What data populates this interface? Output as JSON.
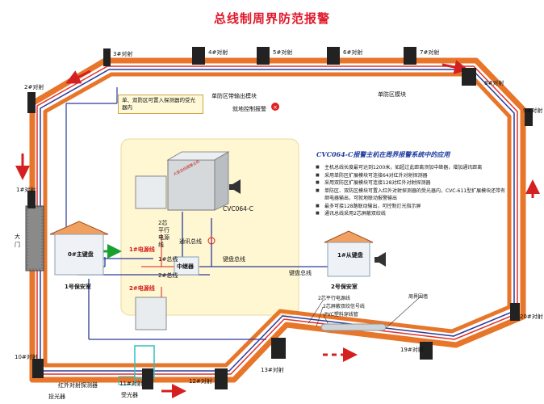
{
  "title": "总线制周界防范报警",
  "detectors": {
    "d1": "1#对射",
    "d2": "2#对射",
    "d3": "3#对射",
    "d4": "4#对射",
    "d5": "5#对射",
    "d6": "6#对射",
    "d7": "7#对射",
    "d8": "8#对射",
    "d9": "9#对射",
    "d10": "10#对射",
    "d11": "11#对射",
    "d12": "12#对射",
    "d13": "13#对射",
    "d19": "19#对射",
    "d20": "20#对射"
  },
  "labels": {
    "single_zone_module_top": "单防区带输出模块",
    "local_alarm": "就地控制报警",
    "single_zone_module_right": "单防区模块",
    "note": "单、双防区可置入探测器的受光器内",
    "gate": "大门",
    "host_keypad": "0#主键盘",
    "guard_room_1": "1号保安室",
    "slave_keypad": "1#从键盘",
    "guard_room_2": "2号保安室",
    "host": "CVC064-C",
    "power1": "1#电源线",
    "power2": "2#电源线",
    "parallel": "2芯平行电源线",
    "comm_bus": "通讯总线",
    "bus_1": "1#总线",
    "bus_2": "2#总线",
    "repeater": "中继器",
    "keypad_bus": "键盘总线",
    "keypad_bus_2": "键盘总线",
    "cable_parallel": "2芯平行电源线",
    "cable_twisted": "2芯屏蔽双绞信号线",
    "cable_pvc": "PVC塑料穿线管",
    "fence": "周界围墙",
    "ir_detector": "红外对射探测器",
    "emitter": "投光器",
    "receiver": "受光器",
    "host_panel_title": "大型总线报警主机"
  },
  "info": {
    "title": "CVC064-C报警主机在周界报警系统中的应用",
    "items": [
      "主机总线长度最可达到1200米，如超过此距离须加中继器，增加通讯距离",
      "采用单防区扩展模块可连接64对红外对射探测器",
      "采用双防区扩展模块可连接128对红外对射探测器",
      "单防区、双防区模块可置入红外对射探测器的受光器内，CVC-611型扩展模块还带有继电器输出，可就地联动报警输出",
      "最多可接128路联动输出，可控制灯光指示屏",
      "通讯总线采用2芯屏蔽双绞线"
    ]
  },
  "colors": {
    "title": "#e0182a",
    "fence_orange": "#e8762a",
    "bus_red": "#e0322a",
    "bus_blue": "#2a3b9a",
    "arrow": "#d42020",
    "green_arrow": "#1aa030",
    "room_bg": "#fff7d4"
  }
}
